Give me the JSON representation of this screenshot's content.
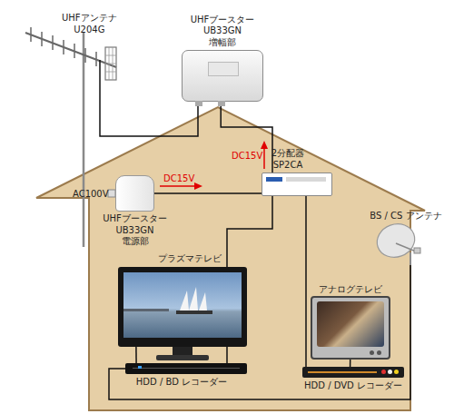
{
  "diagram": {
    "nodes": [
      {
        "text": [
          "UHFアンテナ U204G"
        ]
      },
      {
        "text": [
          "UHFブースター UB33GN 増幅部"
        ]
      },
      {
        "text": [
          "2分配器 SP2CA"
        ]
      },
      {
        "text": [
          "UHFブースター UB33GN 電源部"
        ]
      },
      {
        "text": [
          "BS / CS アンテナ"
        ]
      },
      {
        "text": [
          "プラズマテレビ"
        ]
      },
      {
        "text": [
          "アナログテレビ"
        ]
      },
      {
        "text": [
          "HDD / BD レコーダー"
        ]
      },
      {
        "text": [
          "HDD / DVD レコーダー"
        ]
      }
    ],
    "edges": [
      {
        "from": 0,
        "to": 1,
        "arrow": "none"
      },
      {
        "from": 1,
        "to": 2,
        "arrow": "none"
      },
      {
        "from": 3,
        "to": 2,
        "arrow": "none"
      },
      {
        "from": 2,
        "to": 7,
        "arrow": "none"
      },
      {
        "from": 7,
        "to": 5,
        "arrow": "none"
      },
      {
        "from": 2,
        "to": 8,
        "arrow": "none"
      },
      {
        "from": 8,
        "to": 6,
        "arrow": "none"
      },
      {
        "from": 4,
        "to": 7,
        "arrow": "none"
      }
    ],
    "labels": [
      "DC15V",
      "AC100V",
      "DC15V"
    ]
  }
}
